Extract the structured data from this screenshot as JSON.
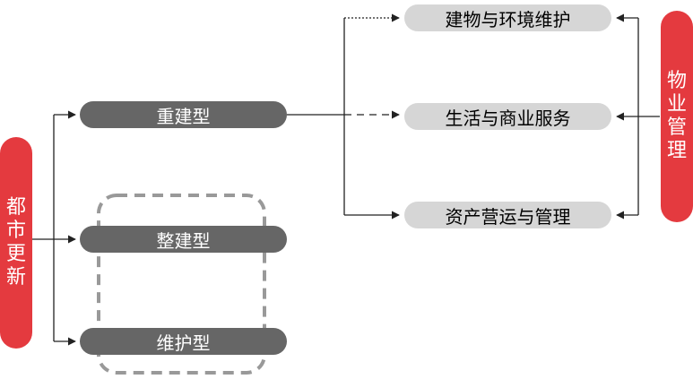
{
  "left_source": {
    "label": "都市更新",
    "chars": [
      "都",
      "市",
      "更",
      "新"
    ]
  },
  "right_source": {
    "label": "物业管理",
    "chars": [
      "物",
      "业",
      "管",
      "理"
    ]
  },
  "types": {
    "rebuild": "重建型",
    "refurbish": "整建型",
    "maintain": "维护型"
  },
  "outcomes": {
    "building_maintenance": "建物与环境维护",
    "life_commerce_services": "生活与商业服务",
    "asset_operation": "资产营运与管理"
  },
  "colors": {
    "red": "#e43a3f",
    "dark_pill": "#666666",
    "light_pill": "#d6d6d6",
    "line": "#222222",
    "dashed_group": "#999999"
  }
}
